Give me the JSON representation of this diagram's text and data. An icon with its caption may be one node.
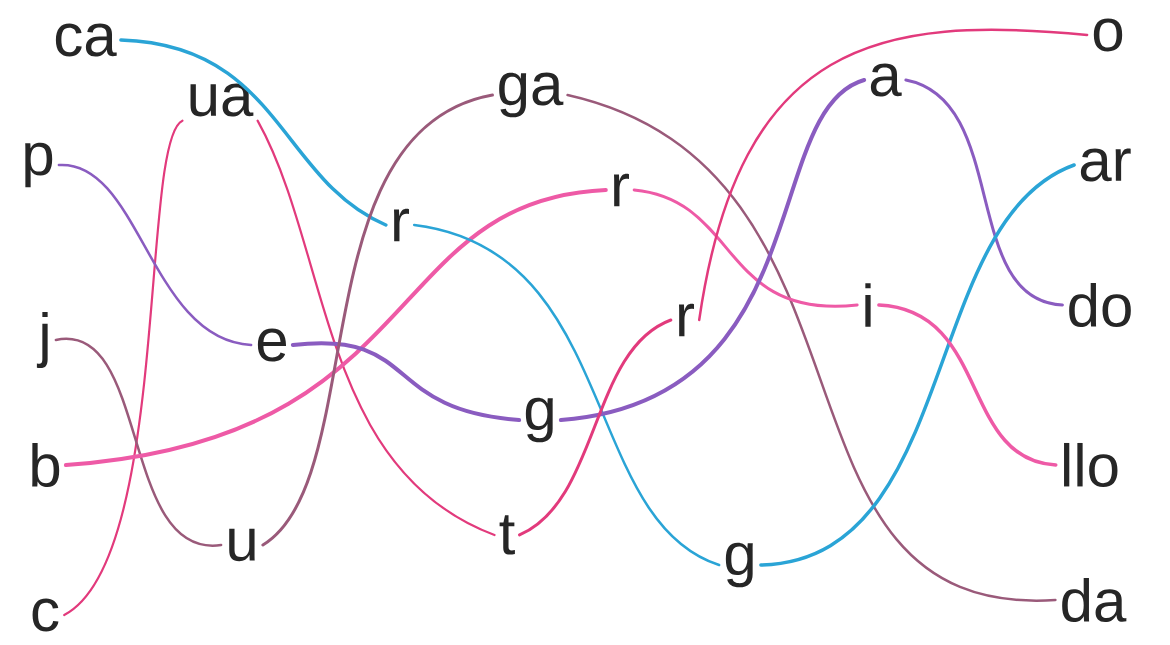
{
  "diagram": {
    "nodes": [
      {
        "text": [
          "ca"
        ]
      },
      {
        "text": [
          "ua"
        ]
      },
      {
        "text": [
          "ga"
        ]
      },
      {
        "text": [
          "o"
        ]
      },
      {
        "text": [
          "a"
        ]
      },
      {
        "text": [
          "p"
        ]
      },
      {
        "text": [
          "r"
        ]
      },
      {
        "text": [
          "r"
        ]
      },
      {
        "text": [
          "ar"
        ]
      },
      {
        "text": [
          "r"
        ]
      },
      {
        "text": [
          "i"
        ]
      },
      {
        "text": [
          "do"
        ]
      },
      {
        "text": [
          "j"
        ]
      },
      {
        "text": [
          "e"
        ]
      },
      {
        "text": [
          "g"
        ]
      },
      {
        "text": [
          "b"
        ]
      },
      {
        "text": [
          "llo"
        ]
      },
      {
        "text": [
          "u"
        ]
      },
      {
        "text": [
          "t"
        ]
      },
      {
        "text": [
          "g"
        ]
      },
      {
        "text": [
          "c"
        ]
      },
      {
        "text": [
          "da"
        ]
      }
    ],
    "edges": [
      {
        "from": 0,
        "to": 6,
        "arrow": "none",
        "color": "#2aa4d6"
      },
      {
        "from": 1,
        "to": 18,
        "arrow": "none",
        "color": "#e23a7c"
      },
      {
        "from": 20,
        "to": 1,
        "arrow": "none",
        "color": "#e23a7c"
      },
      {
        "from": 5,
        "to": 13,
        "arrow": "none",
        "color": "#8a5cc0"
      },
      {
        "from": 12,
        "to": 17,
        "arrow": "none",
        "color": "#9a5a7a"
      },
      {
        "from": 15,
        "to": 7,
        "arrow": "none",
        "color": "#ee5aa6"
      },
      {
        "from": 13,
        "to": 14,
        "arrow": "none",
        "color": "#8a5cc0"
      },
      {
        "from": 17,
        "to": 2,
        "arrow": "none",
        "color": "#9a5a7a"
      },
      {
        "from": 2,
        "to": 21,
        "arrow": "none",
        "color": "#9a5a7a"
      },
      {
        "from": 6,
        "to": 19,
        "arrow": "none",
        "color": "#2aa4d6"
      },
      {
        "from": 7,
        "to": 10,
        "arrow": "none",
        "color": "#ee5aa6"
      },
      {
        "from": 3,
        "to": 9,
        "arrow": "none",
        "color": "#e23a7c"
      },
      {
        "from": 4,
        "to": 14,
        "arrow": "none",
        "color": "#8a5cc0"
      },
      {
        "from": 4,
        "to": 11,
        "arrow": "none",
        "color": "#8a5cc0"
      },
      {
        "from": 8,
        "to": 19,
        "arrow": "none",
        "color": "#2aa4d6"
      },
      {
        "from": 10,
        "to": 16,
        "arrow": "none",
        "color": "#ee5aa6"
      },
      {
        "from": 18,
        "to": 9,
        "arrow": "none",
        "color": "#e23a7c"
      }
    ]
  }
}
